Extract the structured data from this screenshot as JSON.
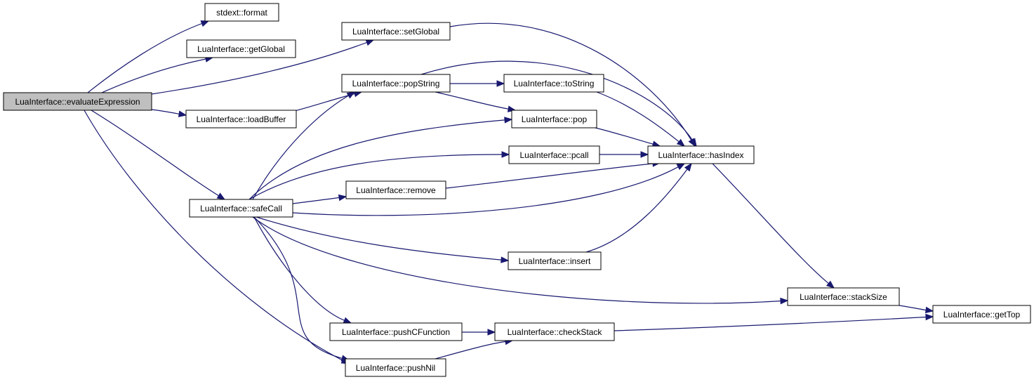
{
  "colors": {
    "edge": "#191970",
    "root_fill": "#bfbfbf",
    "node_fill": "#ffffff",
    "node_border": "#000000"
  },
  "nodes": [
    {
      "id": "evaluateExpression",
      "label": "LuaInterface::evaluateExpression",
      "root": true
    },
    {
      "id": "format",
      "label": "stdext::format"
    },
    {
      "id": "getGlobal",
      "label": "LuaInterface::getGlobal"
    },
    {
      "id": "setGlobal",
      "label": "LuaInterface::setGlobal"
    },
    {
      "id": "loadBuffer",
      "label": "LuaInterface::loadBuffer"
    },
    {
      "id": "popString",
      "label": "LuaInterface::popString"
    },
    {
      "id": "toString",
      "label": "LuaInterface::toString"
    },
    {
      "id": "pop",
      "label": "LuaInterface::pop"
    },
    {
      "id": "pcall",
      "label": "LuaInterface::pcall"
    },
    {
      "id": "hasIndex",
      "label": "LuaInterface::hasIndex"
    },
    {
      "id": "remove",
      "label": "LuaInterface::remove"
    },
    {
      "id": "safeCall",
      "label": "LuaInterface::safeCall"
    },
    {
      "id": "insert",
      "label": "LuaInterface::insert"
    },
    {
      "id": "stackSize",
      "label": "LuaInterface::stackSize"
    },
    {
      "id": "getTop",
      "label": "LuaInterface::getTop"
    },
    {
      "id": "pushCFunction",
      "label": "LuaInterface::pushCFunction"
    },
    {
      "id": "checkStack",
      "label": "LuaInterface::checkStack"
    },
    {
      "id": "pushNil",
      "label": "LuaInterface::pushNil"
    }
  ],
  "edges": [
    {
      "from": "evaluateExpression",
      "to": "format"
    },
    {
      "from": "evaluateExpression",
      "to": "getGlobal"
    },
    {
      "from": "evaluateExpression",
      "to": "setGlobal"
    },
    {
      "from": "evaluateExpression",
      "to": "loadBuffer"
    },
    {
      "from": "evaluateExpression",
      "to": "safeCall"
    },
    {
      "from": "evaluateExpression",
      "to": "pushNil"
    },
    {
      "from": "setGlobal",
      "to": "hasIndex"
    },
    {
      "from": "loadBuffer",
      "to": "popString"
    },
    {
      "from": "popString",
      "to": "toString"
    },
    {
      "from": "popString",
      "to": "pop"
    },
    {
      "from": "popString",
      "to": "hasIndex"
    },
    {
      "from": "toString",
      "to": "hasIndex"
    },
    {
      "from": "pop",
      "to": "hasIndex"
    },
    {
      "from": "pcall",
      "to": "hasIndex"
    },
    {
      "from": "remove",
      "to": "hasIndex"
    },
    {
      "from": "insert",
      "to": "hasIndex"
    },
    {
      "from": "hasIndex",
      "to": "stackSize"
    },
    {
      "from": "safeCall",
      "to": "popString"
    },
    {
      "from": "safeCall",
      "to": "pop"
    },
    {
      "from": "safeCall",
      "to": "pcall"
    },
    {
      "from": "safeCall",
      "to": "remove"
    },
    {
      "from": "safeCall",
      "to": "hasIndex"
    },
    {
      "from": "safeCall",
      "to": "insert"
    },
    {
      "from": "safeCall",
      "to": "stackSize"
    },
    {
      "from": "safeCall",
      "to": "pushCFunction"
    },
    {
      "from": "safeCall",
      "to": "pushNil"
    },
    {
      "from": "stackSize",
      "to": "getTop"
    },
    {
      "from": "pushCFunction",
      "to": "checkStack"
    },
    {
      "from": "pushNil",
      "to": "checkStack"
    },
    {
      "from": "checkStack",
      "to": "getTop"
    }
  ]
}
